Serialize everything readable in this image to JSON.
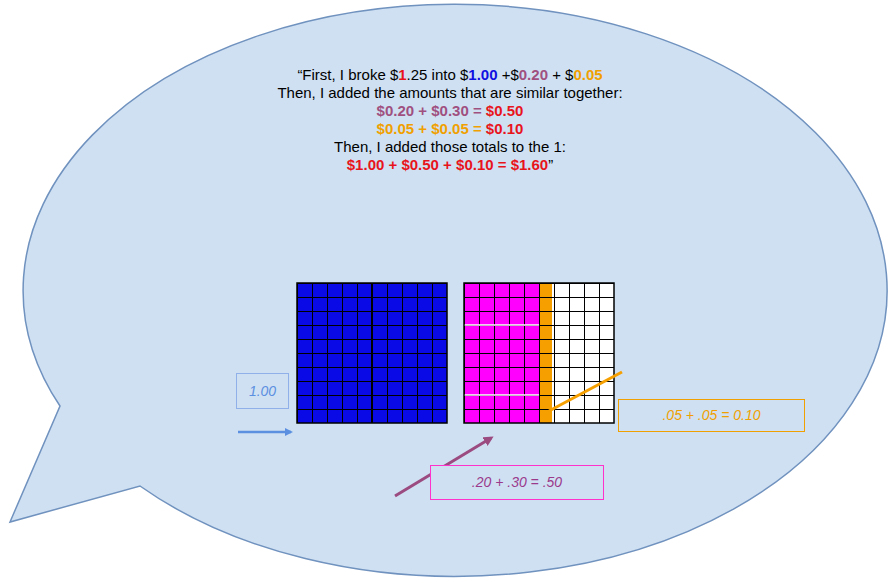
{
  "diagram": {
    "nodes": [
      {
        "text": [
          "“First, I broke $1.25 into $1.00 +$0.20 + $0.05",
          "Then, I added the amounts that are similar together:",
          "$0.20 + $0.30 = $0.50",
          "$0.05 + $0.05 = $0.10",
          "Then, I added those totals to the 1:",
          "$1.00 + $0.50 + $0.10 = $1.60”"
        ]
      },
      {
        "text": [
          "1.00"
        ],
        "in": 0
      },
      {
        "text": [
          ".05 + .05 = 0.10"
        ],
        "in": 0
      },
      {
        "text": [
          ".20 + .30 = .50"
        ],
        "in": 0
      }
    ]
  }
}
